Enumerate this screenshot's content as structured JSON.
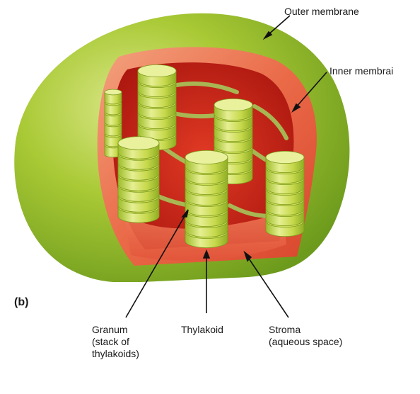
{
  "panel_label": "(b)",
  "labels": {
    "outer_membrane": "Outer membrane",
    "inner_membrane": "Inner membrai",
    "granum_line1": "Granum",
    "granum_line2": "(stack of",
    "granum_line3": "thylakoids)",
    "thylakoid": "Thylakoid",
    "stroma_line1": "Stroma",
    "stroma_line2": "(aqueous space)"
  },
  "colors": {
    "outer_membrane": "#9cc02e",
    "inner_membrane": "#e8553a",
    "stroma": "#d42a1e",
    "thylakoid": "#c9dc4a",
    "lamella": "#aacb5a"
  }
}
